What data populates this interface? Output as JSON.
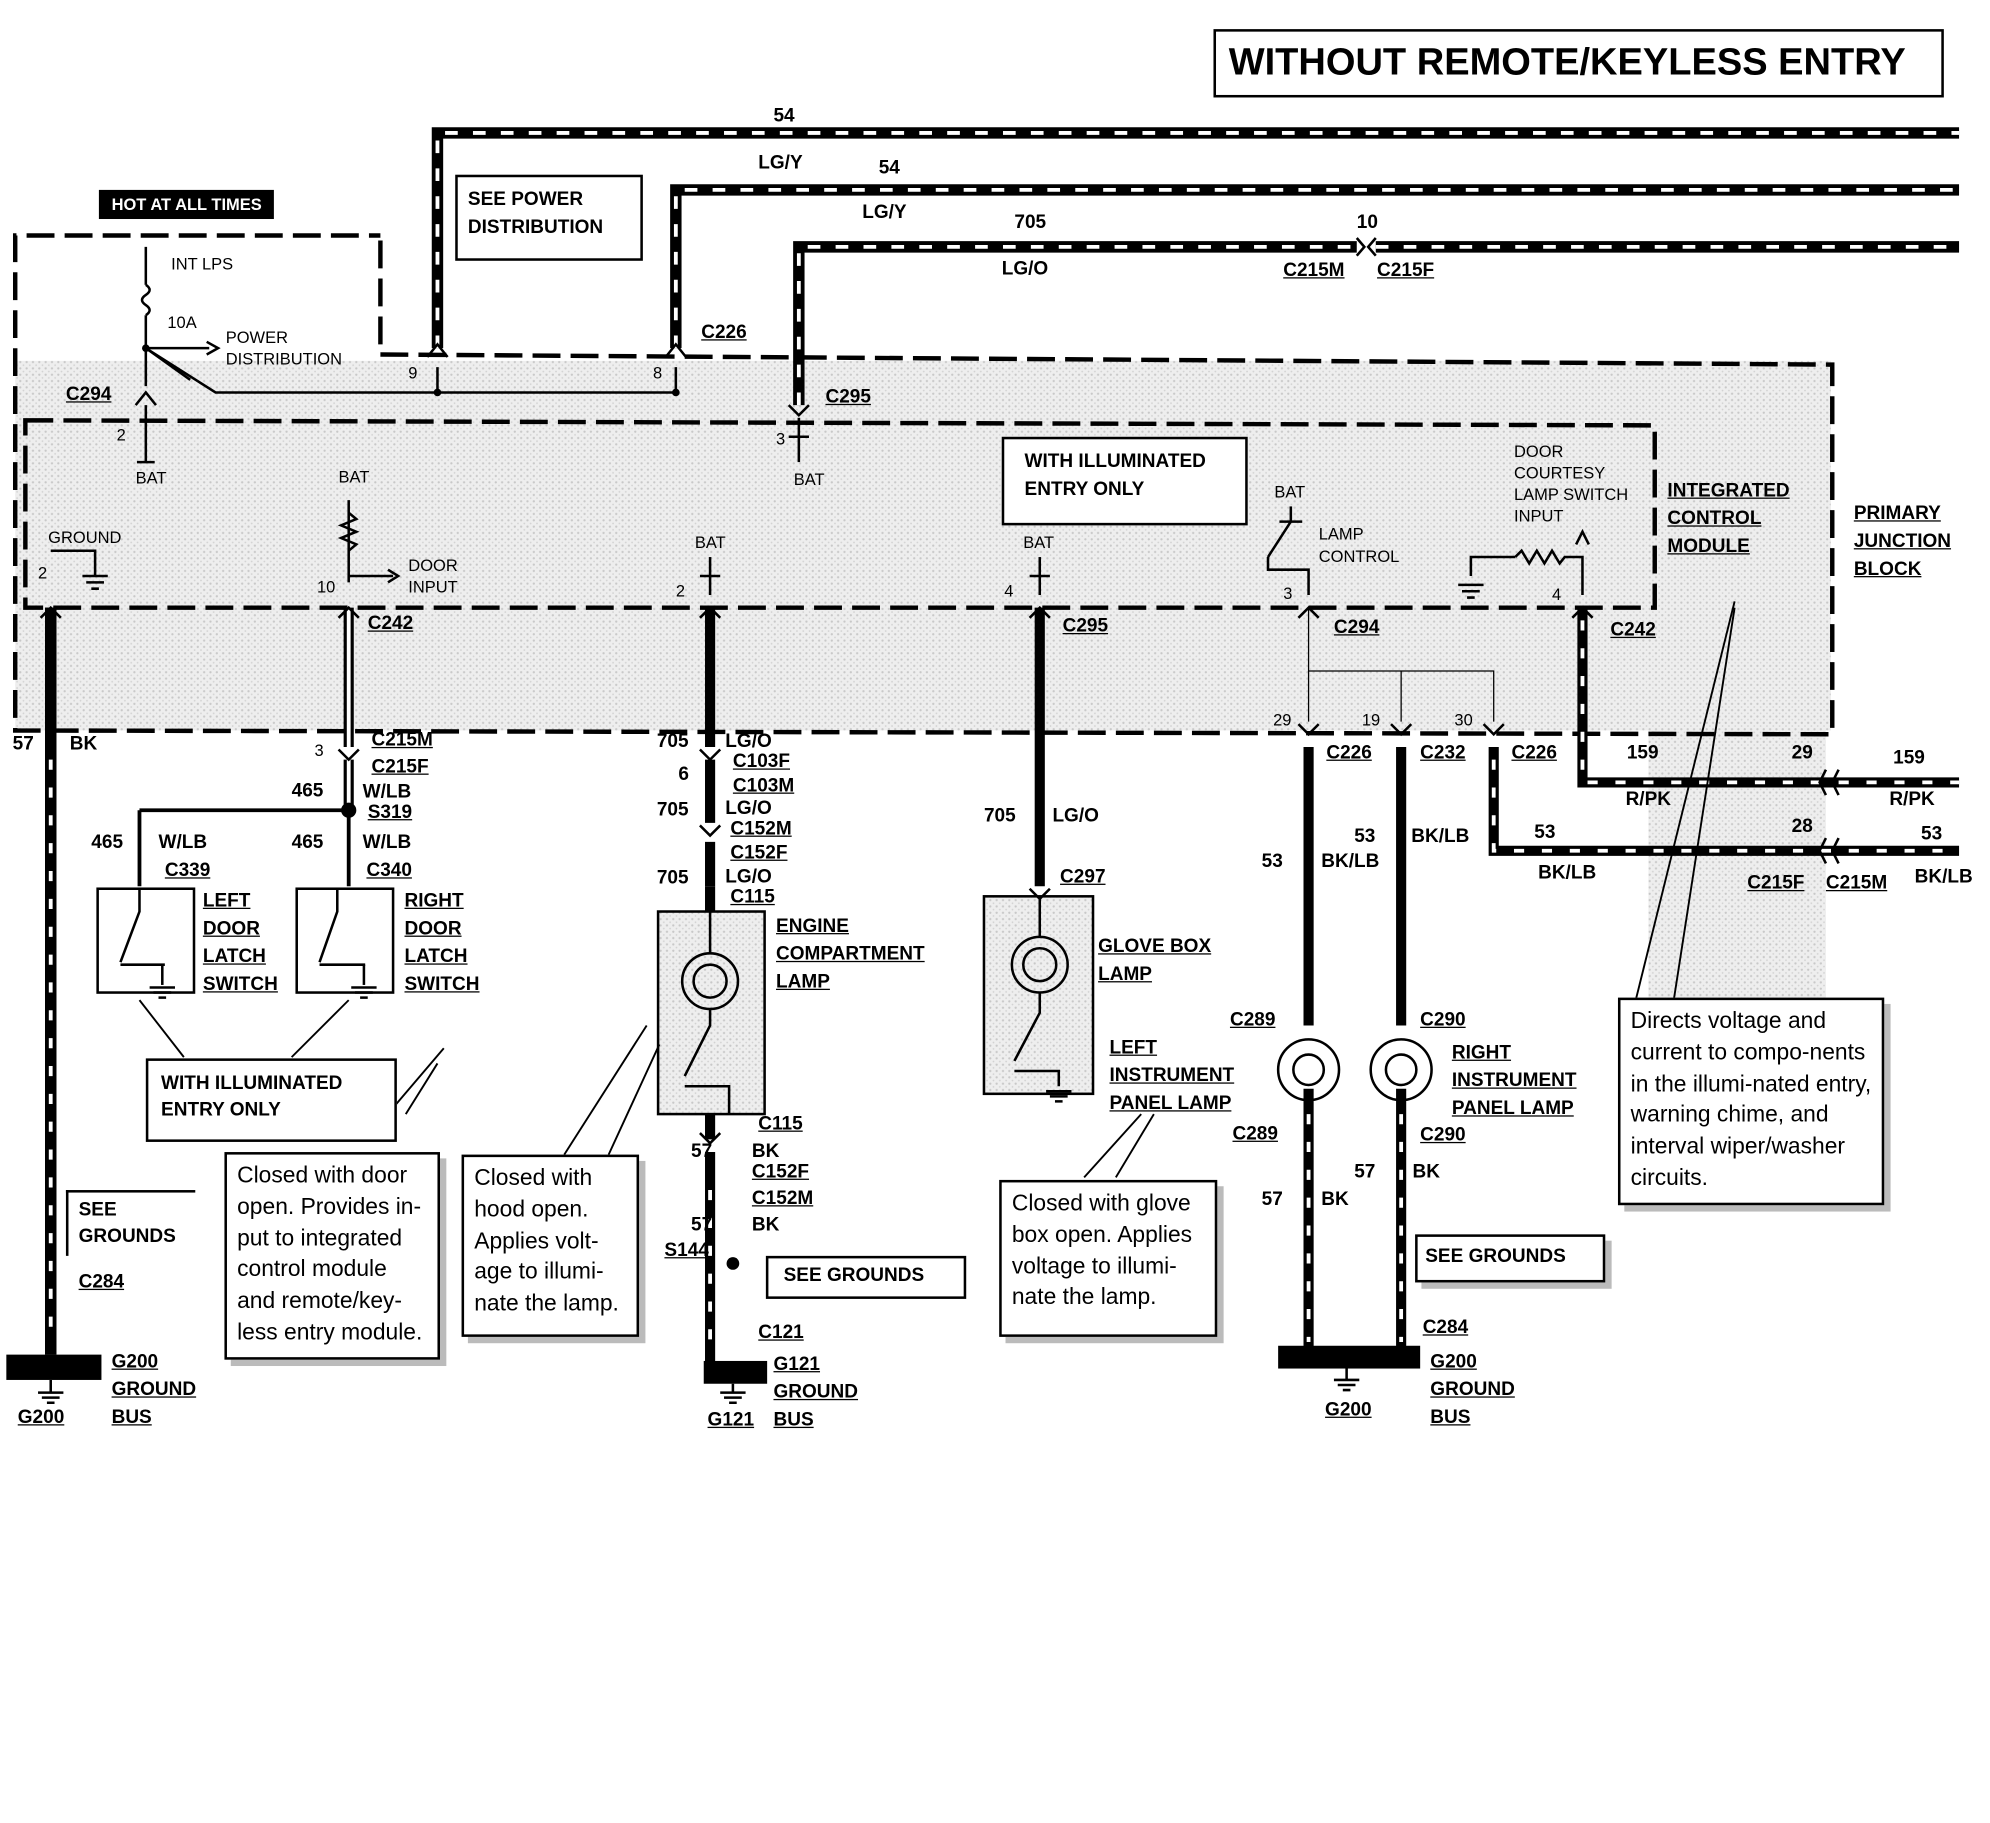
{
  "title": "WITHOUT REMOTE/KEYLESS ENTRY",
  "hot_label": "HOT AT ALL TIMES",
  "fuse": {
    "name": "INT LPS",
    "rating": "10A",
    "power_dist": "POWER",
    "power_dist2": "DISTRIBUTION"
  },
  "see_power": [
    "SEE POWER",
    "DISTRIBUTION"
  ],
  "wires": {
    "w54": "54",
    "lgy": "LG/Y",
    "w705": "705",
    "lgo": "LG/O",
    "w10": "10",
    "c215m": "C215M",
    "c215f": "C215F",
    "c226": "C226",
    "c295": "C295",
    "c294": "C294",
    "pin9": "9",
    "pin8": "8",
    "pin2": "2",
    "pin3": "3",
    "bat": "BAT",
    "pin10": "10",
    "pin4": "4",
    "w57": "57",
    "bk": "BK",
    "c242": "C242",
    "w465": "465",
    "wlb": "W/LB",
    "s319": "S319",
    "c339": "C339",
    "c340": "C340",
    "c103f": "C103F",
    "c103m": "C103M",
    "w6": "6",
    "c152m": "C152M",
    "c152f": "C152F",
    "c115": "C115",
    "c297": "C297",
    "w29": "29",
    "w19": "19",
    "w30": "30",
    "c232": "C232",
    "w159": "159",
    "rpk": "R/PK",
    "w53": "53",
    "bklb": "BK/LB",
    "w28": "28",
    "c289": "C289",
    "c290": "C290",
    "c284": "C284",
    "s144": "S144",
    "c121": "C121"
  },
  "icm": {
    "ground": "GROUND",
    "door_input": [
      "DOOR",
      "INPUT"
    ],
    "lamp_control": [
      "LAMP",
      "CONTROL"
    ],
    "courtesy": [
      "DOOR",
      "COURTESY",
      "LAMP SWITCH",
      "INPUT"
    ],
    "module": [
      "INTEGRATED",
      "CONTROL",
      "MODULE"
    ],
    "block": [
      "PRIMARY",
      "JUNCTION",
      "BLOCK"
    ]
  },
  "illum1": [
    "WITH ILLUMINATED",
    "ENTRY ONLY"
  ],
  "illum2": [
    "WITH ILLUMINATED",
    "ENTRY ONLY"
  ],
  "components": {
    "left_latch": [
      "LEFT",
      "DOOR",
      "LATCH",
      "SWITCH"
    ],
    "right_latch": [
      "RIGHT",
      "DOOR",
      "LATCH",
      "SWITCH"
    ],
    "engine_lamp": [
      "ENGINE",
      "COMPARTMENT",
      "LAMP"
    ],
    "glove_lamp": [
      "GLOVE BOX",
      "LAMP"
    ],
    "left_ip": [
      "LEFT",
      "INSTRUMENT",
      "PANEL LAMP"
    ],
    "right_ip": [
      "RIGHT",
      "INSTRUMENT",
      "PANEL LAMP"
    ]
  },
  "notes": {
    "door": "Closed with door open. Provides in-put to integrated control module and remote/key-less entry module.",
    "hood": "Closed with hood open. Applies volt-age to illumi-nate the lamp.",
    "glove": "Closed with glove box open. Applies voltage to illumi-nate the lamp.",
    "module": "Directs voltage and current to compo-nents in the illumi-nated entry, warning chime, and interval wiper/washer circuits."
  },
  "grounds": {
    "see1": [
      "SEE",
      "GROUNDS"
    ],
    "see2": "SEE GROUNDS",
    "see3": "SEE GROUNDS",
    "g200": "G200",
    "ground": "GROUND",
    "bus": "BUS",
    "g121": "G121"
  }
}
